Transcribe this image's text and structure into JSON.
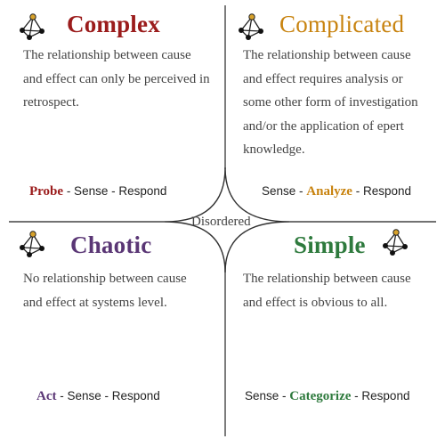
{
  "quadrants": {
    "complex": {
      "title": "Complex",
      "color": "#9b1c1c",
      "description": "The relationship between cause and effect can only be perceived in retrospect.",
      "action_key": "Probe",
      "action_rest": " - Sense - Respond"
    },
    "complicated": {
      "title": "Complicated",
      "color": "#c8830f",
      "description": "The relationship between cause and effect requires analysis or some other form of investigation and/or the application of epert knowledge.",
      "action_pre": "Sense - ",
      "action_key": "Analyze",
      "action_rest": " - Respond"
    },
    "chaotic": {
      "title": "Chaotic",
      "color": "#5a3675",
      "description": "No relationship between cause and effect at systems level.",
      "action_key": "Act",
      "action_rest": " - Sense - Respond"
    },
    "simple": {
      "title": "Simple",
      "color": "#2e7a3d",
      "description": "The relationship between cause and effect is obvious to all.",
      "action_pre": "Sense - ",
      "action_key": "Categorize",
      "action_rest": " - Respond"
    }
  },
  "center": {
    "label": "Disordered"
  },
  "icon": {
    "name": "network-graph-icon",
    "node_color": "#d8a22b",
    "edge_color": "#222"
  }
}
